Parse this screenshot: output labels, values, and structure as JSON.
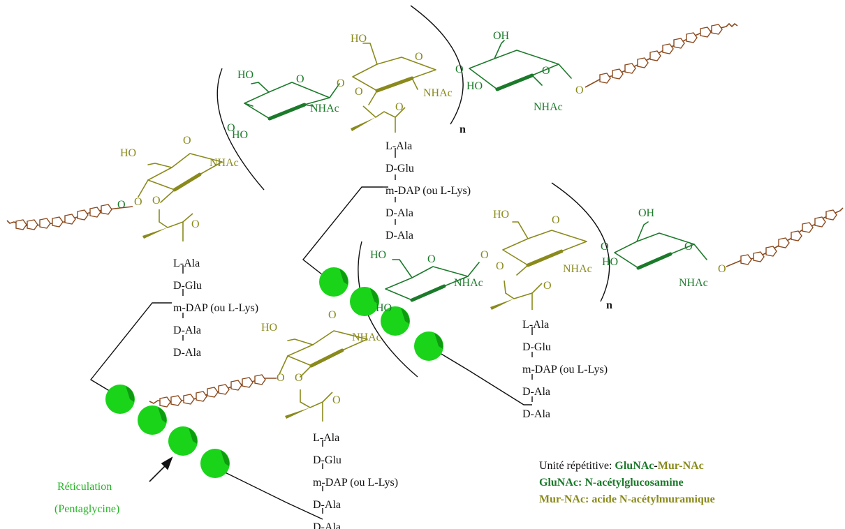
{
  "colors": {
    "glcnac": "#1b7a2a",
    "murnac": "#8a8a1c",
    "glycine": "#1ad41a",
    "glycine_dark": "#0f9a12",
    "chain": "#8b4a1e",
    "ink": "#111111",
    "label_green": "#22b422"
  },
  "peptide_stem": [
    "L-Ala",
    "D-Glu",
    "m-DAP (ou L-Lys)",
    "D-Ala",
    "D-Ala"
  ],
  "atoms": {
    "HO": "HO",
    "OH": "OH",
    "O": "O",
    "NHAc": "NHAc"
  },
  "repeat_index": "n",
  "crosslink": {
    "line1": "Réticulation",
    "line2": "(Pentaglycine)"
  },
  "legend": {
    "line1_prefix": "Unité répétitive: ",
    "line1_glc": "GluNAc",
    "line1_dash": "-",
    "line1_mur": "Mur-NAc",
    "line2": "GluNAc: N-acétylglucosamine",
    "line3": "Mur-NAc: acide N-acétylmuramique"
  }
}
